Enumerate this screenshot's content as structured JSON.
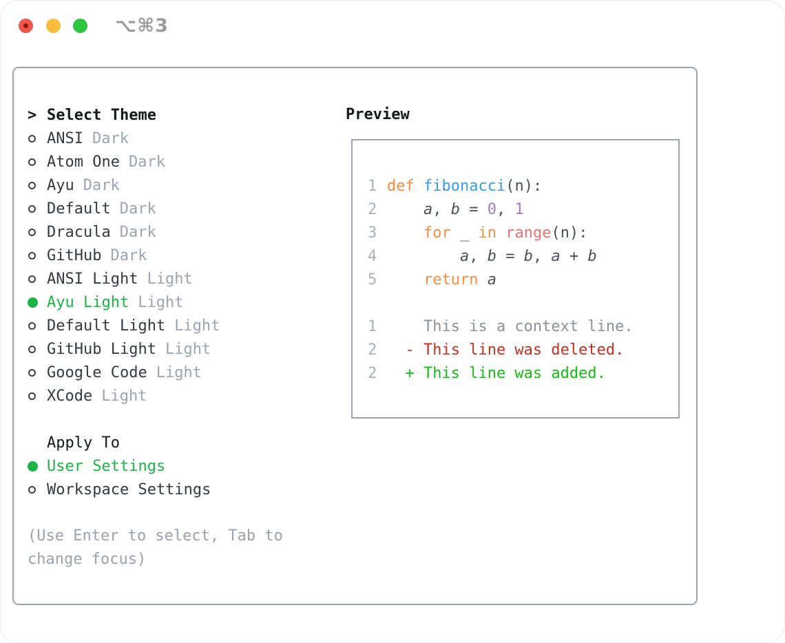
{
  "window": {
    "title": "⌥⌘3",
    "traffic_lights": [
      {
        "name": "close"
      },
      {
        "name": "minimize"
      },
      {
        "name": "zoom"
      }
    ]
  },
  "colors": {
    "traffic_red": "#f1564d",
    "traffic_red_dot": "#85180f",
    "traffic_yellow": "#f8bd3c",
    "traffic_green": "#2dc53d",
    "title_gray": "#9b9b9b",
    "border_gray": "#9aa3af",
    "heading_black": "#15181c",
    "text_dark": "#333a42",
    "badge_gray": "#9aa5b3",
    "hint_gray": "#99a2ae",
    "selection_green": "#1db347",
    "keyword_orange": "#fa8d3e",
    "function_blue": "#399ee6",
    "number_purple": "#a37acc",
    "builtin_coral": "#f07171",
    "code_text": "#4a515c",
    "line_number_gray": "#a9b1bd",
    "context_gray": "#8b929c",
    "diff_deleted_red": "#c52f1f",
    "diff_added_green": "#12c012"
  },
  "theme_panel": {
    "header": {
      "pointer": ">",
      "label": "Select Theme"
    },
    "themes": [
      {
        "name": "ANSI",
        "variant": "Dark",
        "selected": false
      },
      {
        "name": "Atom One",
        "variant": "Dark",
        "selected": false
      },
      {
        "name": "Ayu",
        "variant": "Dark",
        "selected": false
      },
      {
        "name": "Default",
        "variant": "Dark",
        "selected": false
      },
      {
        "name": "Dracula",
        "variant": "Dark",
        "selected": false
      },
      {
        "name": "GitHub",
        "variant": "Dark",
        "selected": false
      },
      {
        "name": "ANSI Light",
        "variant": "Light",
        "selected": false
      },
      {
        "name": "Ayu Light",
        "variant": "Light",
        "selected": true
      },
      {
        "name": "Default Light",
        "variant": "Light",
        "selected": false
      },
      {
        "name": "GitHub Light",
        "variant": "Light",
        "selected": false
      },
      {
        "name": "Google Code",
        "variant": "Light",
        "selected": false
      },
      {
        "name": "XCode",
        "variant": "Light",
        "selected": false
      }
    ],
    "apply_to": {
      "label": "Apply To",
      "options": [
        {
          "name": "User Settings",
          "selected": true
        },
        {
          "name": "Workspace Settings",
          "selected": false
        }
      ]
    },
    "hint": "(Use Enter to select, Tab to change focus)"
  },
  "preview": {
    "label": "Preview",
    "lines": [
      {
        "num": "1",
        "segments": [
          {
            "text": "def",
            "style": "keyword"
          },
          {
            "text": " "
          },
          {
            "text": "fibonacci",
            "style": "function"
          },
          {
            "text": "(n):"
          }
        ]
      },
      {
        "num": "2",
        "segments": [
          {
            "text": "    "
          },
          {
            "text": "a",
            "style": "var"
          },
          {
            "text": ", "
          },
          {
            "text": "b",
            "style": "var"
          },
          {
            "text": " = "
          },
          {
            "text": "0",
            "style": "number"
          },
          {
            "text": ", "
          },
          {
            "text": "1",
            "style": "number"
          }
        ]
      },
      {
        "num": "3",
        "segments": [
          {
            "text": "    "
          },
          {
            "text": "for",
            "style": "keyword"
          },
          {
            "text": " _ "
          },
          {
            "text": "in",
            "style": "keyword"
          },
          {
            "text": " "
          },
          {
            "text": "range",
            "style": "builtin"
          },
          {
            "text": "(n):"
          }
        ]
      },
      {
        "num": "4",
        "segments": [
          {
            "text": "        "
          },
          {
            "text": "a",
            "style": "var"
          },
          {
            "text": ", "
          },
          {
            "text": "b",
            "style": "var"
          },
          {
            "text": " = "
          },
          {
            "text": "b",
            "style": "var"
          },
          {
            "text": ", "
          },
          {
            "text": "a",
            "style": "var"
          },
          {
            "text": " + "
          },
          {
            "text": "b",
            "style": "var"
          }
        ]
      },
      {
        "num": "5",
        "segments": [
          {
            "text": "    "
          },
          {
            "text": "return",
            "style": "keyword"
          },
          {
            "text": " "
          },
          {
            "text": "a",
            "style": "var"
          }
        ]
      },
      {
        "num": "",
        "segments": []
      },
      {
        "num": "1",
        "segments": [
          {
            "text": "    This is a context line.",
            "style": "context"
          }
        ]
      },
      {
        "num": "2",
        "segments": [
          {
            "text": "  - This line was deleted.",
            "style": "deleted"
          }
        ]
      },
      {
        "num": "2",
        "segments": [
          {
            "text": "  + This line was added.",
            "style": "added"
          }
        ]
      }
    ]
  }
}
